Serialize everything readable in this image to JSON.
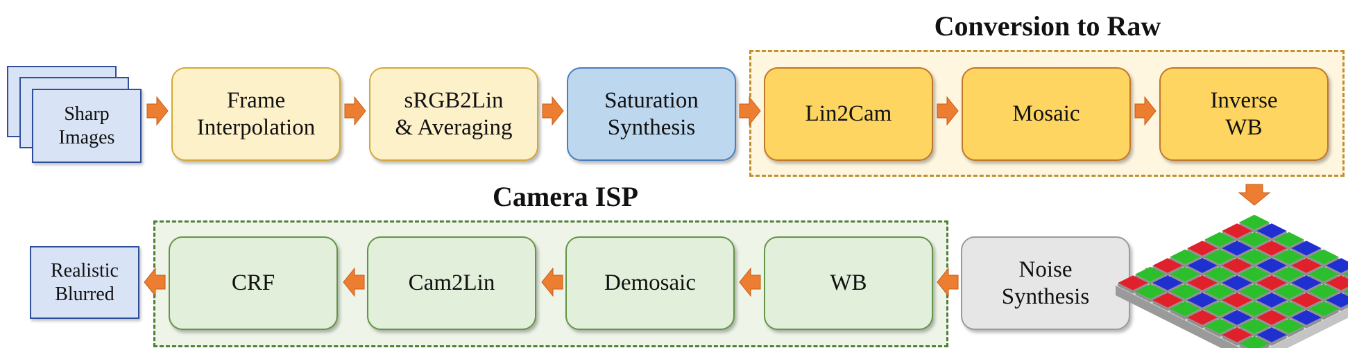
{
  "input": {
    "label": "Sharp\nImages"
  },
  "output": {
    "label": "Realistic\nBlurred"
  },
  "top_row": [
    {
      "id": "frame-interpolation",
      "label": "Frame\nInterpolation"
    },
    {
      "id": "srgb2lin-averaging",
      "label": "sRGB2Lin\n& Averaging"
    },
    {
      "id": "saturation-synthesis",
      "label": "Saturation\nSynthesis"
    }
  ],
  "conversion_group": {
    "title": "Conversion to Raw",
    "steps": [
      {
        "id": "lin2cam",
        "label": "Lin2Cam"
      },
      {
        "id": "mosaic",
        "label": "Mosaic"
      },
      {
        "id": "inverse-wb",
        "label": "Inverse\nWB"
      }
    ]
  },
  "noise": {
    "label": "Noise\nSynthesis"
  },
  "isp_group": {
    "title": "Camera ISP",
    "steps": [
      {
        "id": "wb",
        "label": "WB"
      },
      {
        "id": "demosaic",
        "label": "Demosaic"
      },
      {
        "id": "cam2lin",
        "label": "Cam2Lin"
      },
      {
        "id": "crf",
        "label": "CRF"
      }
    ]
  },
  "colors": {
    "arrow": "#ed7d31",
    "bayer_red": "#e0202a",
    "bayer_green": "#2bbf2b",
    "bayer_blue": "#1f2fd0"
  },
  "icons": {
    "sensor": "bayer-sensor-icon"
  }
}
